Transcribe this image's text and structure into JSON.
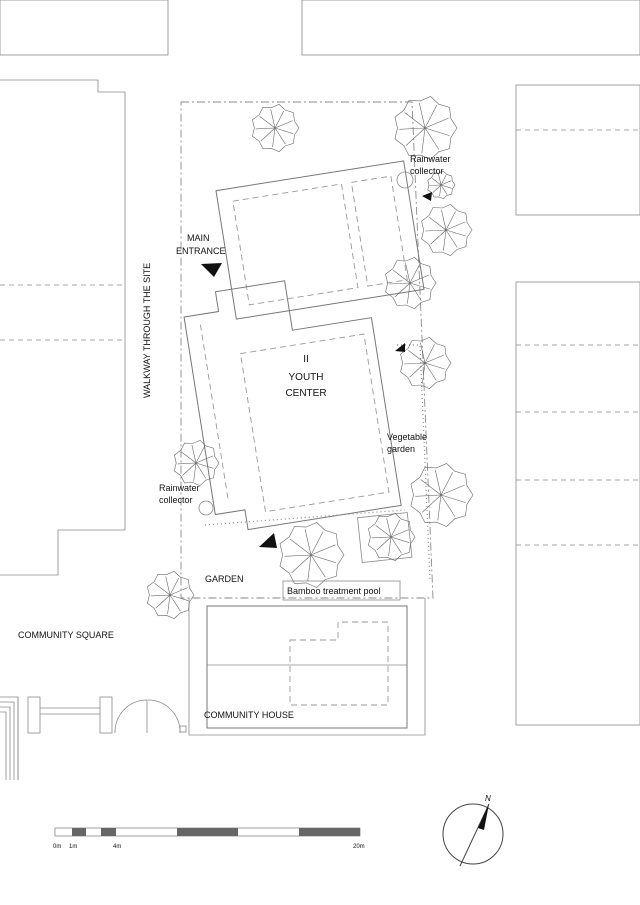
{
  "labels": {
    "main_entrance_line1": "MAIN",
    "main_entrance_line2": "ENTRANCE",
    "walkway": "WALKWAY THROUGH THE SITE",
    "rainwater_ne_line1": "Rainwater",
    "rainwater_ne_line2": "collector",
    "youth_center_roman": "II",
    "youth_center_line1": "YOUTH",
    "youth_center_line2": "CENTER",
    "vegetable_line1": "Vegetable",
    "vegetable_line2": "garden",
    "rainwater_sw_line1": "Rainwater",
    "rainwater_sw_line2": "collector",
    "garden": "GARDEN",
    "bamboo_pool": "Bamboo treatment pool",
    "community_square": "COMMUNITY SQUARE",
    "community_house": "COMMUNITY HOUSE",
    "north": "N"
  },
  "scale_bar": {
    "tick_labels": [
      "0m",
      "1m",
      "4m",
      "20m"
    ]
  },
  "icons": {
    "north_arrow": "north-arrow-icon",
    "entrance_arrow": "entrance-triangle-icon",
    "tree": "tree-canopy-icon"
  },
  "colors": {
    "line": "#8a8a8a",
    "text": "#111111",
    "scale_fill": "#666666"
  }
}
